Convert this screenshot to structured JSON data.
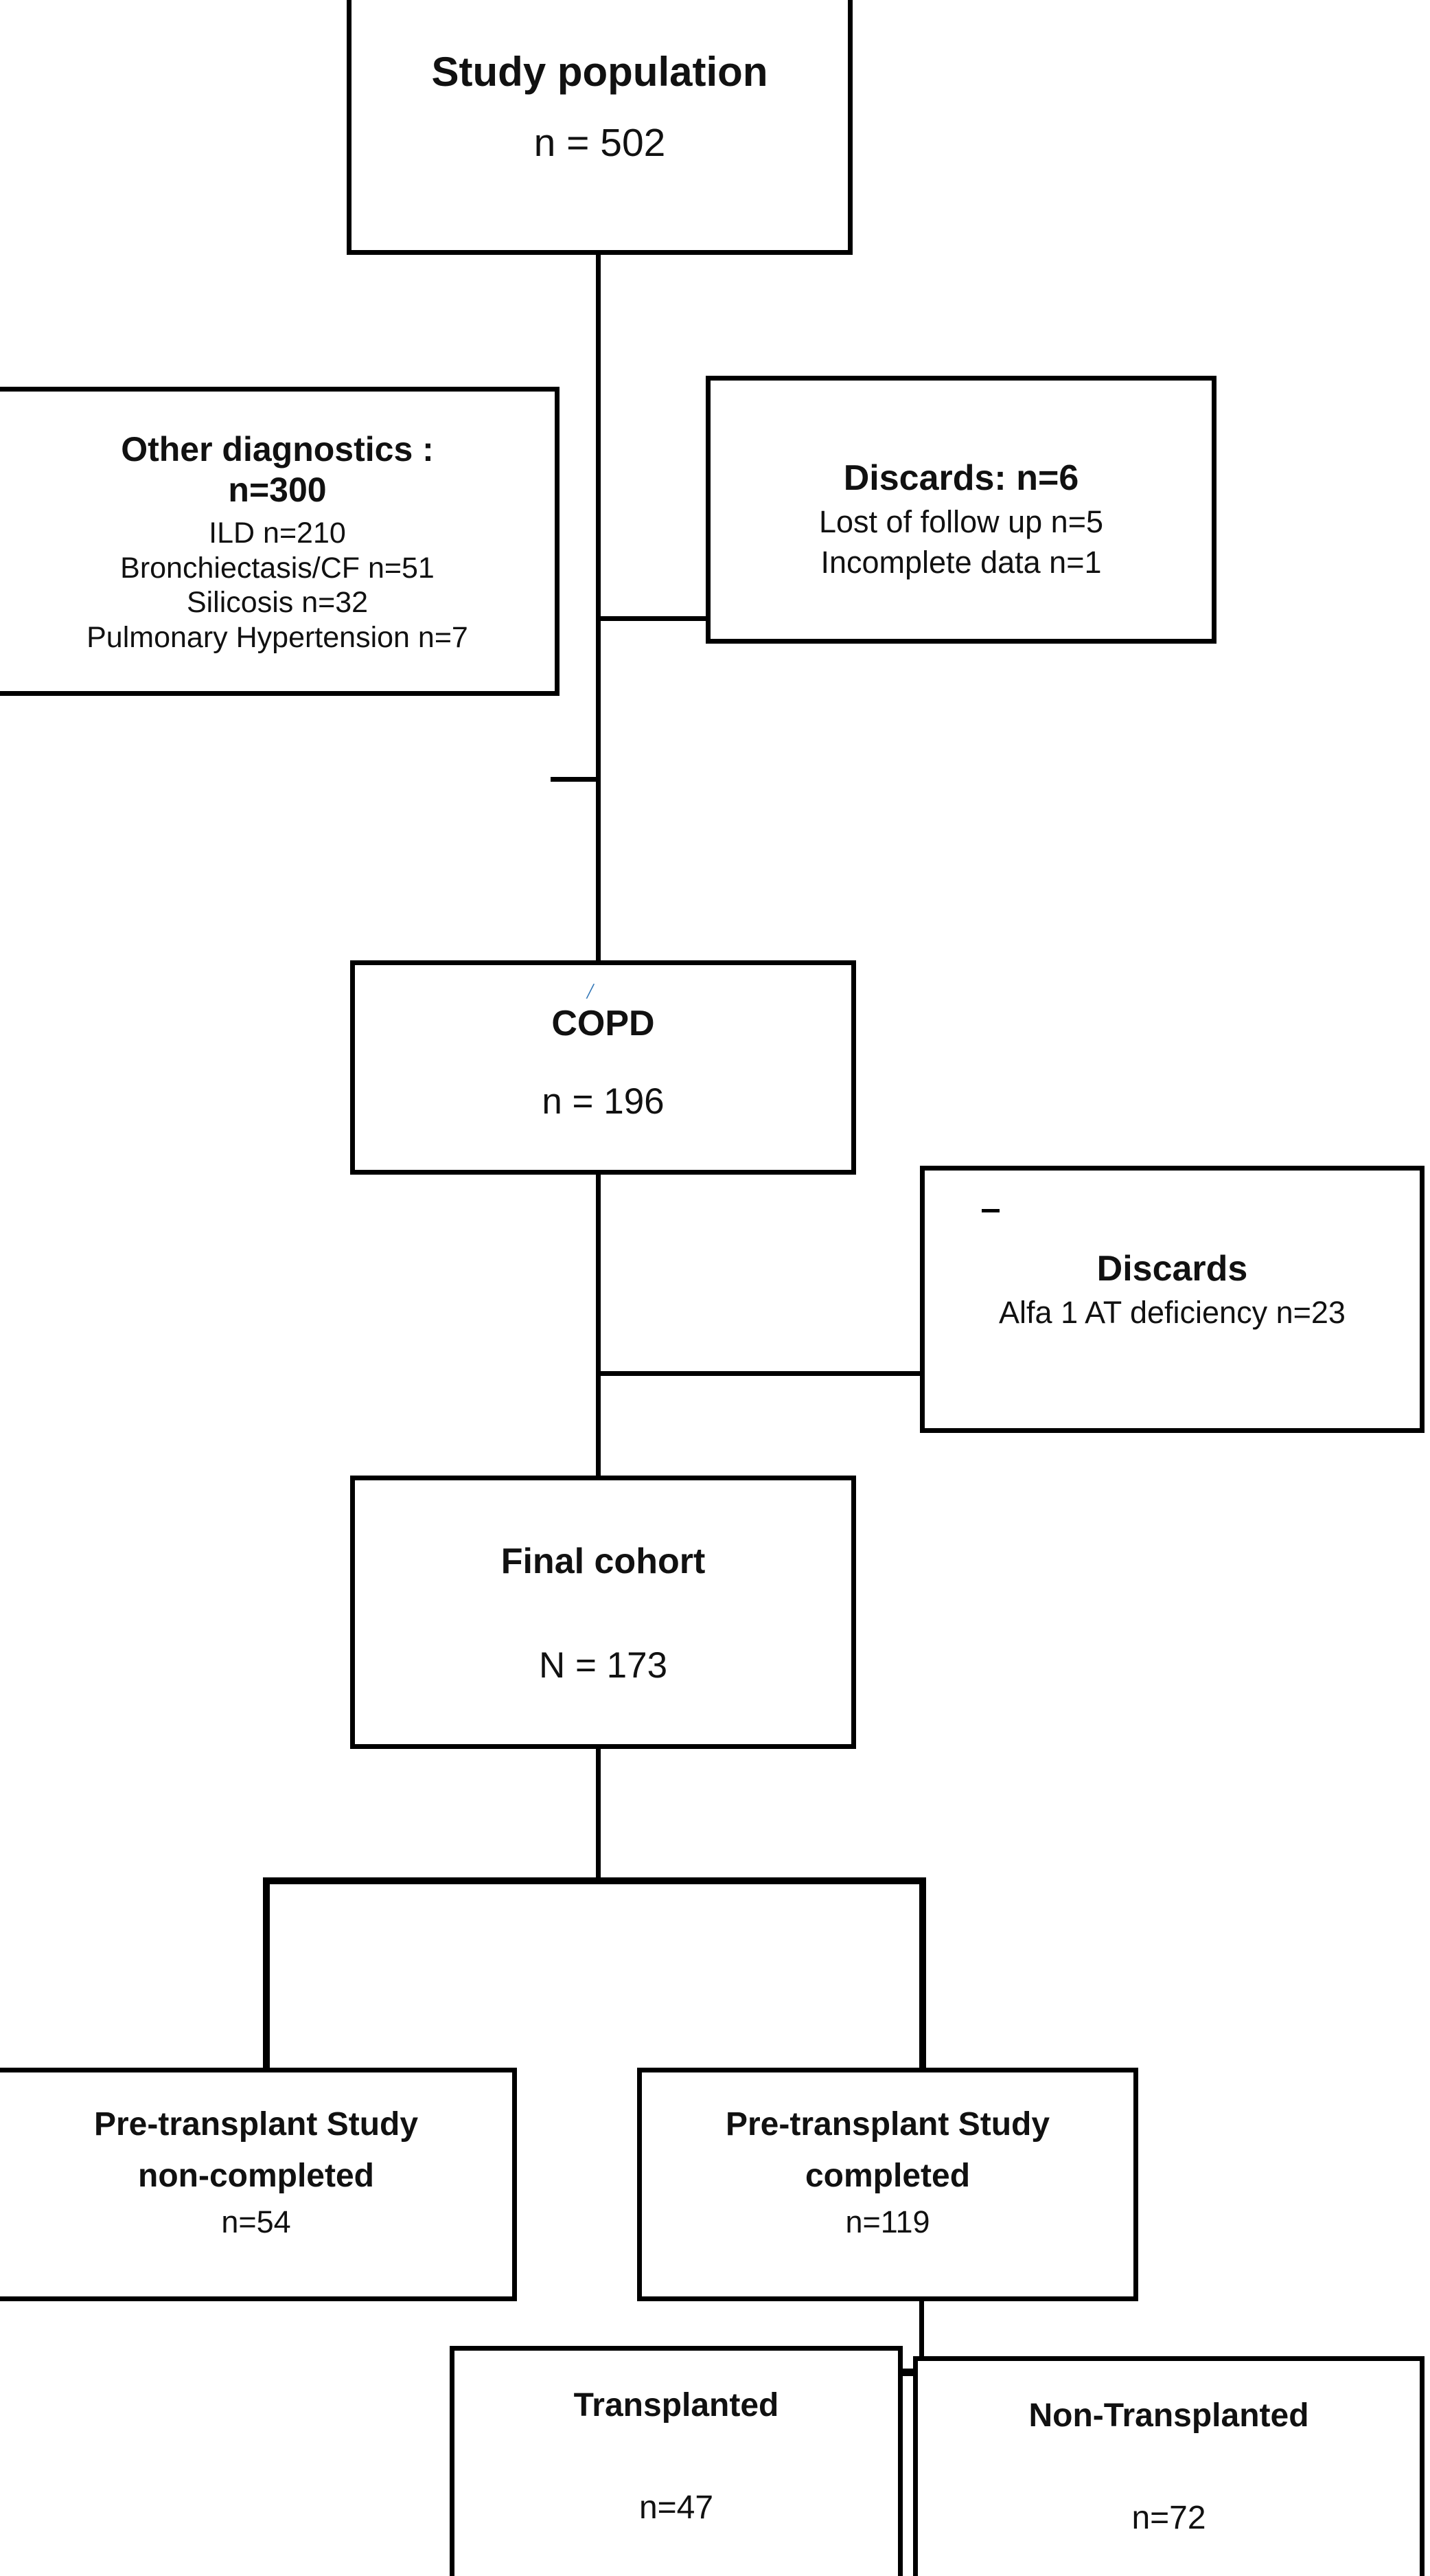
{
  "diagram": {
    "type": "flowchart",
    "orientation": "top-down",
    "stroke_color": "#000000",
    "background_color": "#ffffff",
    "accent_mark_color": "#2e74b5",
    "nodes": [
      {
        "id": "study-population",
        "lines": [
          {
            "text": "Study population",
            "bold": true
          },
          {
            "text": "n = 502",
            "bold": false
          }
        ]
      },
      {
        "id": "other-diagnostics",
        "lines": [
          {
            "text": "Other diagnostics :",
            "bold": true
          },
          {
            "text": "n=300",
            "bold": true
          },
          {
            "text": "ILD n=210",
            "bold": false
          },
          {
            "text": "Bronchiectasis/CF n=51",
            "bold": false
          },
          {
            "text": "Silicosis n=32",
            "bold": false
          },
          {
            "text": "Pulmonary Hypertension n=7",
            "bold": false
          }
        ]
      },
      {
        "id": "discards-1",
        "lines": [
          {
            "text": "Discards: n=6",
            "bold": true
          },
          {
            "text": "Lost of follow up n=5",
            "bold": false
          },
          {
            "text": "Incomplete data n=1",
            "bold": false
          }
        ]
      },
      {
        "id": "copd",
        "lines": [
          {
            "text": "COPD",
            "bold": true
          },
          {
            "text": "n = 196",
            "bold": false
          }
        ]
      },
      {
        "id": "discards-2",
        "lines": [
          {
            "text": "Discards",
            "bold": true
          },
          {
            "text": "Alfa 1 AT deficiency  n=23",
            "bold": false
          }
        ]
      },
      {
        "id": "final-cohort",
        "lines": [
          {
            "text": "Final cohort",
            "bold": true
          },
          {
            "text": "N = 173",
            "bold": false
          }
        ]
      },
      {
        "id": "pre-non-completed",
        "lines": [
          {
            "text": "Pre-transplant Study",
            "bold": true
          },
          {
            "text": "non-completed",
            "bold": true
          },
          {
            "text": "n=54",
            "bold": false
          }
        ]
      },
      {
        "id": "pre-completed",
        "lines": [
          {
            "text": "Pre-transplant Study",
            "bold": true
          },
          {
            "text": "completed",
            "bold": true
          },
          {
            "text": "n=119",
            "bold": false
          }
        ]
      },
      {
        "id": "transplanted",
        "lines": [
          {
            "text": "Transplanted",
            "bold": true
          },
          {
            "text": "n=47",
            "bold": false
          }
        ]
      },
      {
        "id": "non-transplanted",
        "lines": [
          {
            "text": "Non-Transplanted",
            "bold": true
          },
          {
            "text": "n=72",
            "bold": false
          }
        ]
      }
    ],
    "edges": [
      {
        "from": "study-population",
        "to": "other-diagnostics"
      },
      {
        "from": "study-population",
        "to": "discards-1"
      },
      {
        "from": "study-population",
        "to": "copd"
      },
      {
        "from": "copd",
        "to": "discards-2"
      },
      {
        "from": "copd",
        "to": "final-cohort"
      },
      {
        "from": "final-cohort",
        "to": "pre-non-completed"
      },
      {
        "from": "final-cohort",
        "to": "pre-completed"
      },
      {
        "from": "pre-completed",
        "to": "transplanted"
      },
      {
        "from": "pre-completed",
        "to": "non-transplanted"
      }
    ],
    "stray_marks": [
      {
        "id": "copd-tick",
        "glyph": "/",
        "color": "#2e74b5"
      },
      {
        "id": "discards-2-dash",
        "glyph": "_",
        "color": "#000000"
      }
    ]
  }
}
